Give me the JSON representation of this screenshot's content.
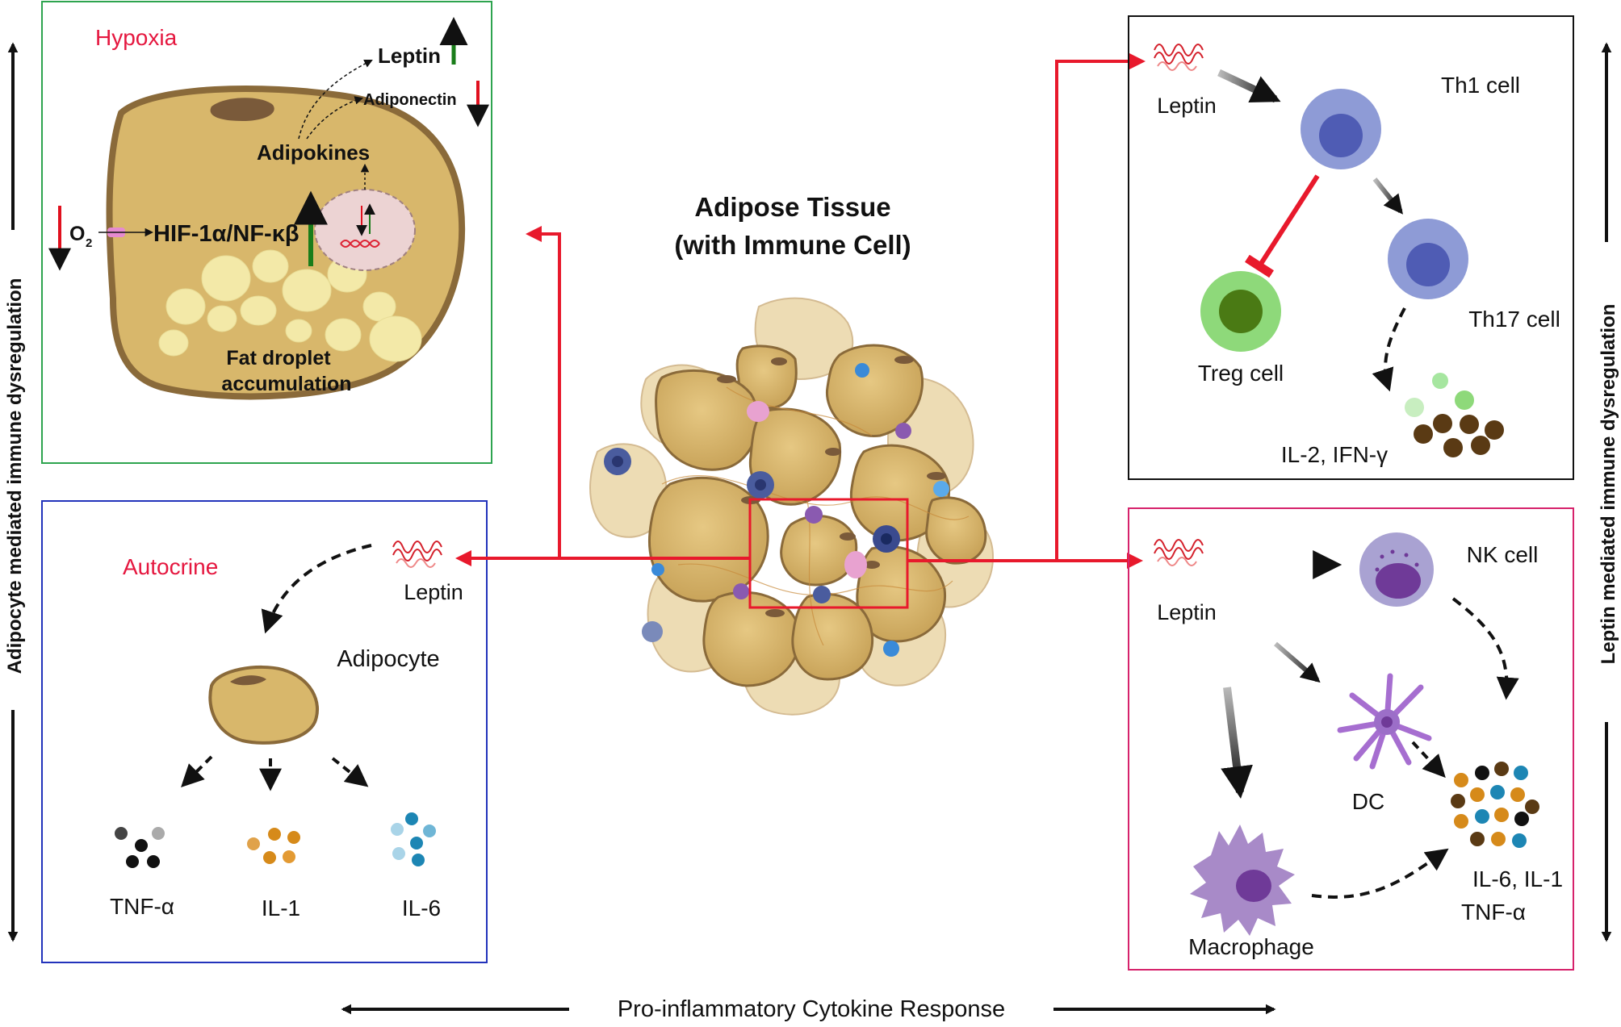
{
  "colors": {
    "arrow_red": "#e8192c",
    "label_red": "#e5173f",
    "up_green": "#1a7d1a",
    "down_red": "#e0101e",
    "hypoxia_border": "#2ea44f",
    "autocrine_border": "#2233bb",
    "th_border": "#111111",
    "nk_border": "#d6226b",
    "adipocyte_fill": "#d9b86e",
    "adipocyte_edge": "#8a6a3a",
    "droplet_fill": "#f3e9a8",
    "th_cell": "#8e9bd6",
    "treg_cell": "#8ed97a",
    "nk_cell": "#a9a2d2",
    "macrophage": "#9c7cc0"
  },
  "center": {
    "title_line1": "Adipose Tissue",
    "title_line2": "(with Immune Cell)"
  },
  "axes": {
    "left_vertical": "Adipocyte mediated immune dysregulation",
    "right_vertical": "Leptin mediated immune dysregulation",
    "bottom": "Pro-inflammatory Cytokine Response"
  },
  "hypoxia_panel": {
    "title": "Hypoxia",
    "leptin": "Leptin",
    "adiponectin": "Adiponectin",
    "adipokines": "Adipokines",
    "oxygen": "O",
    "oxygen_sub": "2",
    "pathway": "HIF-1α/NF-κβ",
    "fat_line1": "Fat droplet",
    "fat_line2": "accumulation"
  },
  "autocrine_panel": {
    "title": "Autocrine",
    "leptin": "Leptin",
    "adipocyte": "Adipocyte",
    "cytokines": [
      "TNF-α",
      "IL-1",
      "IL-6"
    ]
  },
  "th_panel": {
    "leptin": "Leptin",
    "th1": "Th1 cell",
    "th17": "Th17 cell",
    "treg": "Treg cell",
    "output": "IL-2, IFN-γ"
  },
  "nk_panel": {
    "leptin": "Leptin",
    "nk": "NK cell",
    "dc": "DC",
    "macrophage": "Macrophage",
    "output_line1": "IL-6, IL-1",
    "output_line2": "TNF-α"
  }
}
